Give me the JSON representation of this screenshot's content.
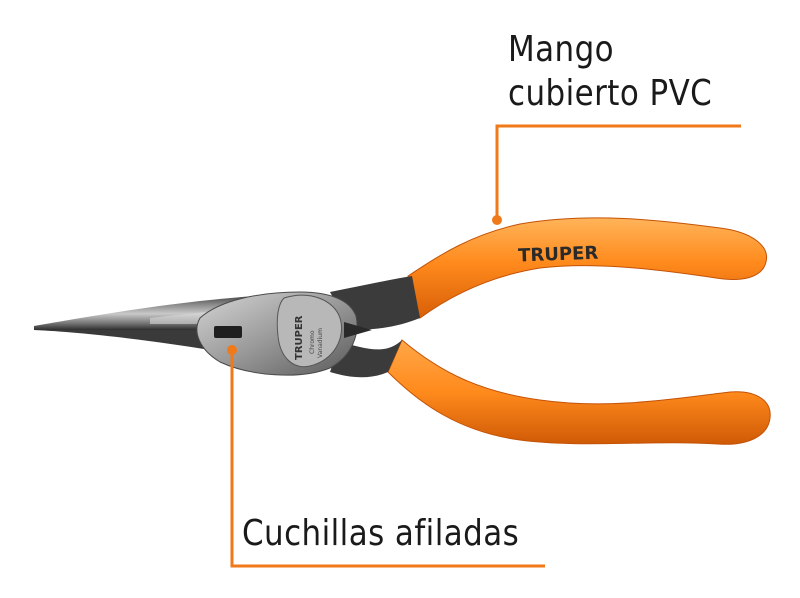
{
  "callouts": {
    "handle": {
      "line1": "Mango",
      "line2": "cubierto PVC"
    },
    "blades": {
      "text": "Cuchillas afiladas"
    }
  },
  "product": {
    "brand_handle": "TRUPER",
    "brand_head": "TRUPER",
    "head_text_1": "Chromo",
    "head_text_2": "Vanadium"
  },
  "colors": {
    "accent_orange": "#f07a1a",
    "handle_orange": "#ff8a1c",
    "handle_shadow": "#d85f08",
    "steel": "#6f6f6f",
    "steel_dark": "#2b2b2b",
    "text": "#1a1a1a"
  }
}
